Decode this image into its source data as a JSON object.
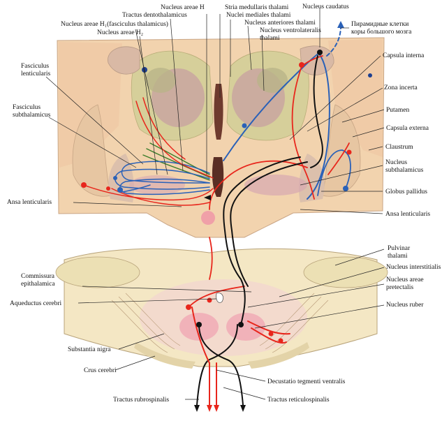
{
  "labels": {
    "nucleus_areae_h": "Nucleus areae H",
    "stria_medullaris": "Stria medullaris thalami",
    "nucleus_caudatus": "Nucleus caudatus",
    "tractus_dentothalamicus": "Tractus dentothalamicus",
    "nuclei_mediales": "Nuclei mediales thalami",
    "nucleus_h1": "Nucleus areae H₁(fasciculus thalamicus)",
    "nuclei_anteriores": "Nucleus anteriores thalami",
    "nucleus_ventrolateralis_1": "Nucleus ventrolateralis",
    "nucleus_ventrolateralis_2": "thalami",
    "nucleus_h2": "Nucleus areae H₂",
    "piramid_1": "Пирамидные клетки",
    "piramid_2": "коры большого мозга",
    "fasc_lent_1": "Fasciculus",
    "fasc_lent_2": "lenticularis",
    "capsula_interna": "Capsula interna",
    "zona_incerta": "Zona incerta",
    "fasc_sub_1": "Fasciculus",
    "fasc_sub_2": "subthalamicus",
    "putamen": "Putamen",
    "capsula_externa": "Capsula externa",
    "claustrum": "Claustrum",
    "nucl_sub_1": "Nucleus",
    "nucl_sub_2": "subthalamicus",
    "globus_pallidus": "Globus pallidus",
    "ansa_lent_left": "Ansa lenticularis",
    "ansa_lent_right": "Ansa lenticularis",
    "pulvinar_1": "Pulvinar",
    "pulvinar_2": "thalami",
    "nucleus_interstitialis": "Nucleus interstitialis",
    "commissura_1": "Commissura",
    "commissura_2": "epithalamica",
    "nucleus_pretectalis_1": "Nucleus areae",
    "nucleus_pretectalis_2": "pretectalis",
    "aqueductus": "Aqueductus cerebri",
    "nucleus_ruber": "Nucleus ruber",
    "substantia_nigra": "Substantia nigra",
    "crus_cerebri": "Crus cerebri",
    "decussatio": "Decustatio tegmenti ventralis",
    "tractus_rubrospinalis": "Tractus rubrospinalis",
    "tractus_reticulospinalis": "Tractus reticulospinalis"
  },
  "colors": {
    "tissue": "#f3d6b0",
    "tissue_dark": "#e8c49c",
    "thalamus_green": "#d9d2a0",
    "mauve": "#c9a3a3",
    "red_tract": "#e8261c",
    "blue_tract": "#2a61b8",
    "black_tract": "#111111",
    "green_tract": "#3a7d2a"
  }
}
